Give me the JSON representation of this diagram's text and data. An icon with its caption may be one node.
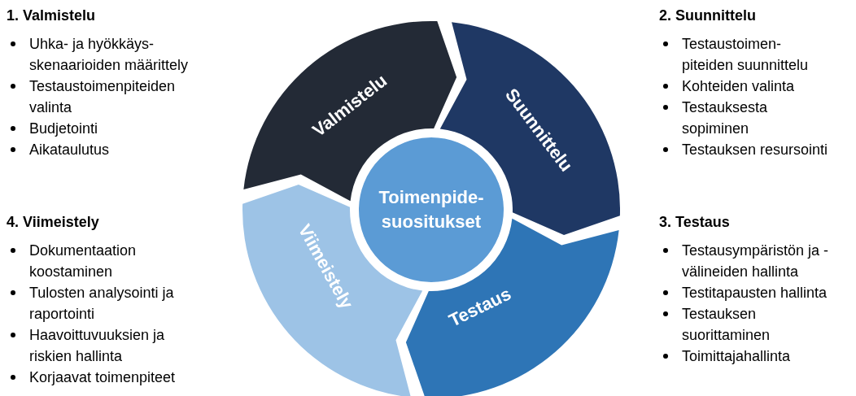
{
  "diagram": {
    "nodes": [
      {
        "text": [
          "Valmistelu"
        ]
      },
      {
        "text": [
          "Suunnittelu"
        ]
      },
      {
        "text": [
          "Testaus"
        ]
      },
      {
        "text": [
          "Viimeistely"
        ]
      },
      {
        "text": [
          "Toimenpide- suositukset"
        ]
      }
    ],
    "labels": [
      "1. Valmistelu",
      "Uhka- ja hyökkäys- skenaarioiden määrittely",
      "Testaustoimenpiteiden valinta",
      "Budjetointi",
      "Aikataulutus",
      "2. Suunnittelu",
      "Testaustoimen- piteiden suunnittelu",
      "Kohteiden valinta",
      "Testauksesta sopiminen",
      "Testauksen resursointi",
      "4. Viimeistely",
      "Dokumentaation koostaminen",
      "Tulosten analysointi ja raportointi",
      "Haavoittuvuuksien ja riskien hallinta",
      "Korjaavat toimenpiteet",
      "3. Testaus",
      "Testausympäristön ja - välineiden hallinta",
      "Testitapausten hallinta",
      "Testauksen suorittaminen",
      "Toimittajahallinta"
    ]
  }
}
